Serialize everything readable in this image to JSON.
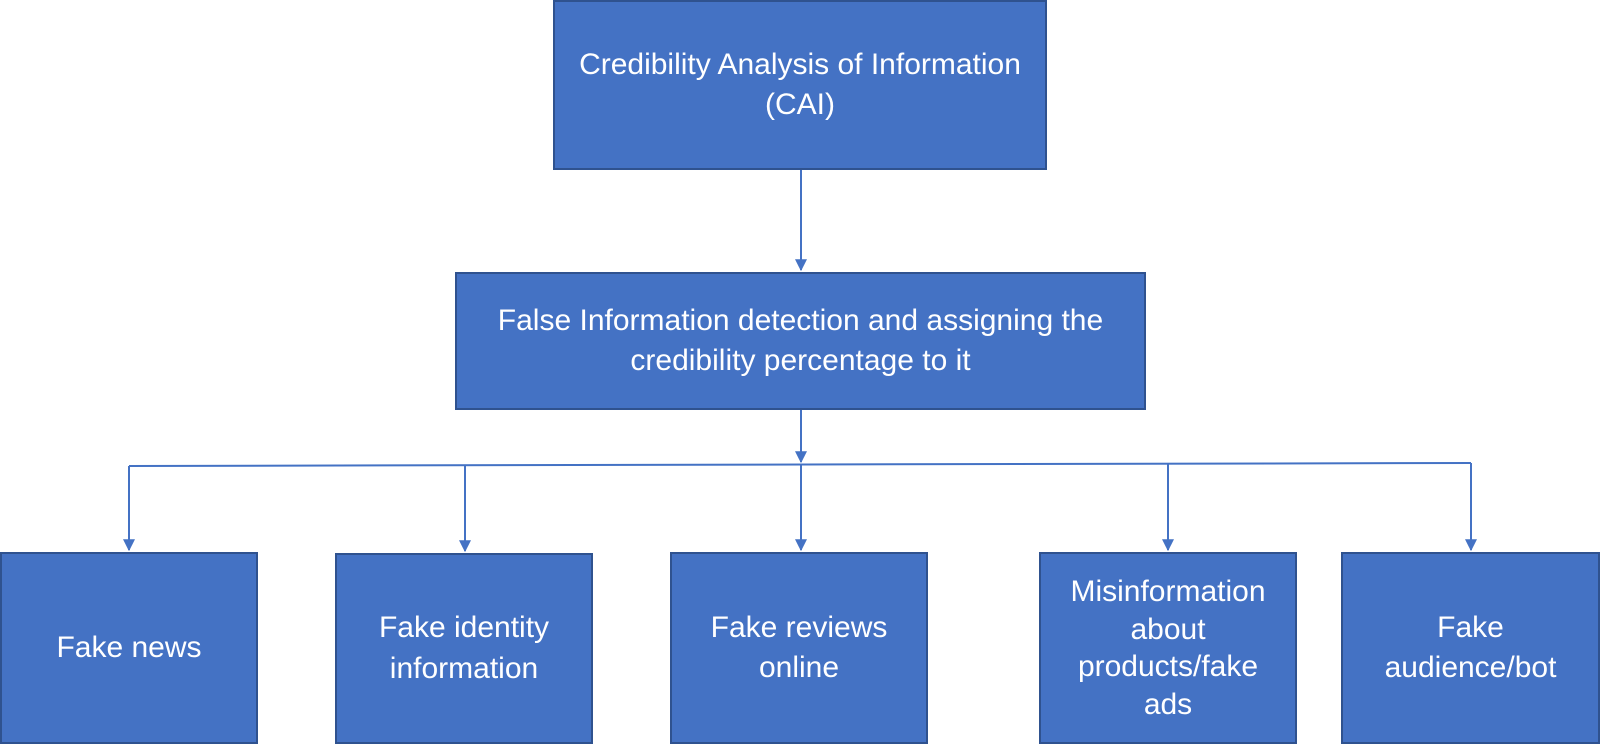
{
  "diagram": {
    "root": {
      "label": "Credibility Analysis of Information (CAI)"
    },
    "middle": {
      "label": "False Information detection and assigning the credibility percentage to it"
    },
    "leaves": [
      {
        "label": "Fake news"
      },
      {
        "label": "Fake identity information"
      },
      {
        "label": "Fake reviews online"
      },
      {
        "label": "Misinformation about products/fake ads"
      },
      {
        "label": "Fake audience/bot"
      }
    ]
  },
  "colors": {
    "box_fill": "#4472c4",
    "box_border": "#2f528f",
    "connector": "#4472c4",
    "text": "#ffffff"
  }
}
